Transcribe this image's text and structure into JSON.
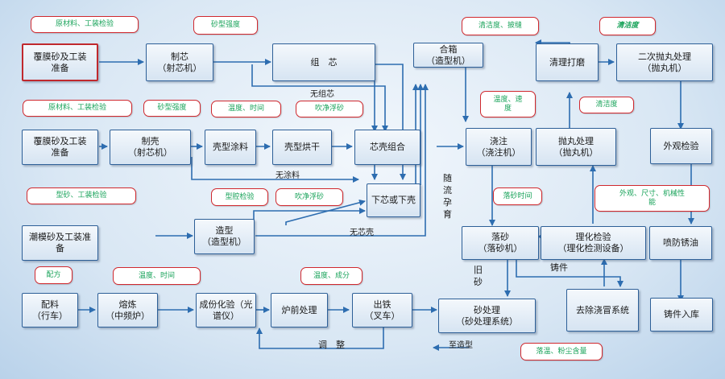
{
  "nodes": {
    "coated_sand_prep_1": "覆膜砂及工装\n准备",
    "core_making": "制芯\n（射芯机）",
    "core_assembly": "组　芯",
    "molding_box": "合箱\n（造型机）",
    "cleaning_grinding": "清理打磨",
    "secondary_blasting": "二次抛丸处理\n（抛丸机）",
    "coated_sand_prep_2": "覆膜砂及工装\n准备",
    "shell_making": "制壳\n（射芯机）",
    "shell_coating": "壳型涂料",
    "shell_drying": "壳型烘干",
    "core_shell_assembly": "芯壳组合",
    "pouring": "浇注\n（浇注机）",
    "shot_blasting": "抛丸处理\n（抛丸机）",
    "visual_inspection": "外观检验",
    "set_core_shell": "下芯或下壳",
    "green_sand_prep": "潮模砂及工装准\n备",
    "molding": "造型\n（造型机）",
    "shakeout": "落砂\n（落砂机）",
    "phys_chem_test": "理化检验\n（理化检测设备）",
    "antirust_spray": "喷防锈油",
    "batching": "配料\n（行车）",
    "melting": "熔炼\n（中频炉）",
    "spectro_analysis": "成份化验（光\n谱仪）",
    "furnace_treatment": "炉前处理",
    "tapping": "出铁\n（叉车）",
    "sand_processing": "砂处理\n（砂处理系统）",
    "riser_removal": "去除浇冒系统",
    "warehousing": "铸件入库"
  },
  "callouts": {
    "raw_tooling_check_1": "原材料、工装检验",
    "sand_strength_1": "砂型强度",
    "cleanliness_flash": "清洁度、披缝",
    "cleanliness_1": "清洁度",
    "raw_tooling_check_2": "原材料、工装检验",
    "sand_strength_2": "砂型强度",
    "temp_time_1": "温度、时间",
    "blow_sand_1": "吹净浮砂",
    "temp_speed": "温度、速\n度",
    "cleanliness_2": "清洁度",
    "mold_sand_check": "型砂、工装检验",
    "cavity_check": "型腔检验",
    "blow_sand_2": "吹净浮砂",
    "shakeout_time": "落砂时间",
    "appearance_size": "外观、尺寸、机械性\n能",
    "recipe": "配方",
    "temp_time_2": "温度、时间",
    "temp_composition": "温度、成分",
    "cooling_dust": "落温、粉尘含量"
  },
  "labels": {
    "no_core_assembly": "无组芯",
    "no_coating": "无涂料",
    "no_core_shell": "无芯壳",
    "flow_with_line": "随\n流\n孕\n育",
    "used_sand": "旧\n砂",
    "casting": "铸件",
    "adjust": "调　整",
    "to_molding": "至造型"
  },
  "colors": {
    "box_border": "#2d5f97",
    "arrow": "#2d6db0",
    "callout_border": "#d0282e",
    "callout_text": "#19a35a"
  }
}
